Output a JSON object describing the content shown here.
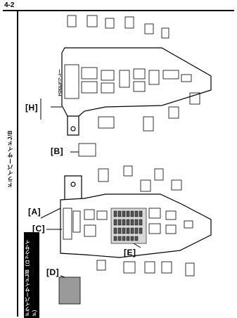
{
  "page_number": "4-2",
  "title_vertical": "ドライバーサイドJ/B",
  "note_vertical": "ドライバーサイドJ/B（ロックサイド）",
  "relay_label": "FOGLPリレー",
  "block_labels": {
    "A": "[A]",
    "B": "[B]",
    "C": "[C]",
    "D": "[D]",
    "E": "[E]",
    "H": "[H]"
  },
  "colors": {
    "ink": "#000000",
    "paper": "#ffffff",
    "fill": "#cfcfcf"
  }
}
